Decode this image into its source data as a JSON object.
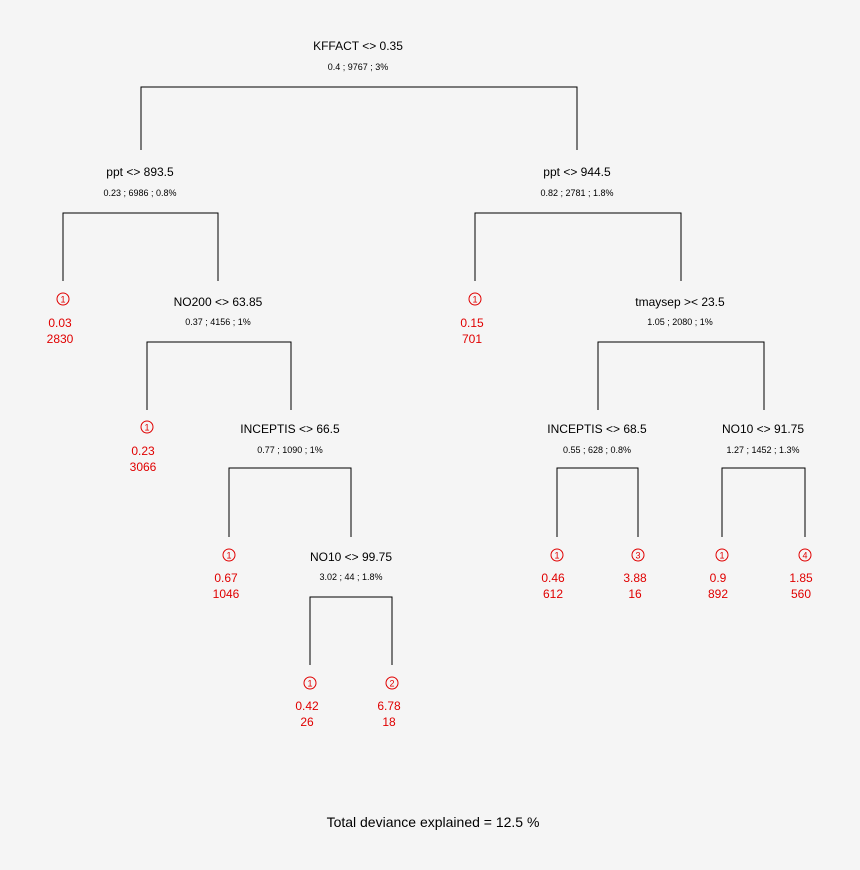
{
  "splits": {
    "root": {
      "label": "KFFACT <> 0.35",
      "stats": "0.4 ; 9767 ; 3%"
    },
    "L": {
      "label": "ppt <> 893.5",
      "stats": "0.23 ; 6986 ; 0.8%"
    },
    "R": {
      "label": "ppt <> 944.5",
      "stats": "0.82 ; 2781 ; 1.8%"
    },
    "LR": {
      "label": "NO200 <> 63.85",
      "stats": "0.37 ; 4156 ; 1%"
    },
    "LRR": {
      "label": "INCEPTIS <> 66.5",
      "stats": "0.77 ; 1090 ; 1%"
    },
    "LRRR": {
      "label": "NO10 <> 99.75",
      "stats": "3.02 ; 44 ; 1.8%"
    },
    "RR": {
      "label": "tmaysep >< 23.5",
      "stats": "1.05 ; 2080 ; 1%"
    },
    "RRL": {
      "label": "INCEPTIS <> 68.5",
      "stats": "0.55 ; 628 ; 0.8%"
    },
    "RRR": {
      "label": "NO10 <> 91.75",
      "stats": "1.27 ; 1452 ; 1.3%"
    }
  },
  "leaves": {
    "LL": {
      "badge": "1",
      "mean": "0.03",
      "n": "2830"
    },
    "LRL": {
      "badge": "1",
      "mean": "0.23",
      "n": "3066"
    },
    "LRRL": {
      "badge": "1",
      "mean": "0.67",
      "n": "1046"
    },
    "LRRRL": {
      "badge": "1",
      "mean": "0.42",
      "n": "26"
    },
    "LRRRR": {
      "badge": "2",
      "mean": "6.78",
      "n": "18"
    },
    "RL": {
      "badge": "1",
      "mean": "0.15",
      "n": "701"
    },
    "RRLL": {
      "badge": "1",
      "mean": "0.46",
      "n": "612"
    },
    "RRLR": {
      "badge": "3",
      "mean": "3.88",
      "n": "16"
    },
    "RRRL": {
      "badge": "1",
      "mean": "0.9",
      "n": "892"
    },
    "RRRR": {
      "badge": "4",
      "mean": "1.85",
      "n": "560"
    }
  },
  "footer": "Total deviance explained = 12.5 %"
}
